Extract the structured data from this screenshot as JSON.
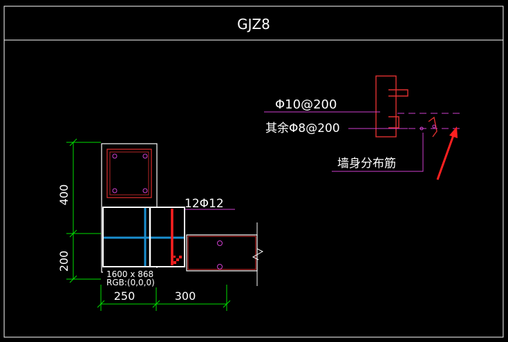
{
  "drawing": {
    "title": "GJZ8",
    "rebar_label_1": "Φ10@200",
    "rebar_label_2": "其余Φ8@200",
    "wall_rebar_label": "墙身分布筋",
    "main_bar_label": "12Φ12",
    "dim_vertical_1": "400",
    "dim_vertical_2": "200",
    "dim_horizontal_1": "250",
    "dim_horizontal_2": "300"
  },
  "magnifier": {
    "size_text": "1600 x 868",
    "rgb_text": "RGB:(0,0,0)"
  },
  "colors": {
    "frame": "#ffffff",
    "dimension": "#00e000",
    "section": "#e03030",
    "leader": "#d040d0",
    "arrow": "#ff2020",
    "crosshair": "#1a8fd0"
  }
}
